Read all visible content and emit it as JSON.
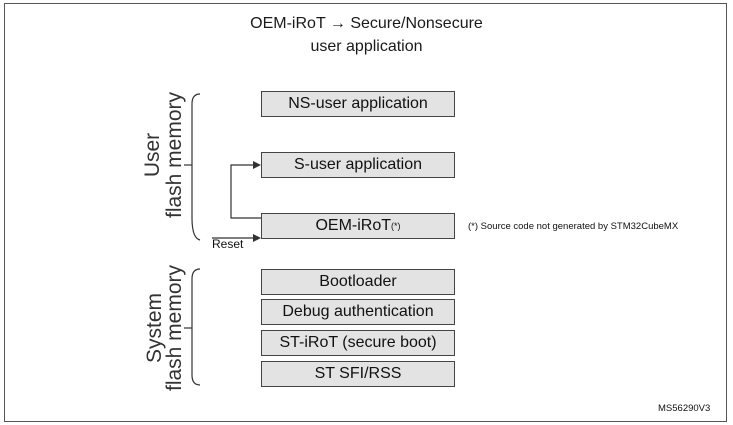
{
  "title": {
    "line1": "OEM-iRoT → Secure/Nonsecure",
    "line2": "user application"
  },
  "groups": {
    "user": {
      "line1": "User",
      "line2": "flash memory"
    },
    "system": {
      "line1": "System",
      "line2": "flash memory"
    }
  },
  "boxes": {
    "ns_user_app": "NS-user application",
    "s_user_app": "S-user application",
    "oem_irot": "OEM-iRoT",
    "oem_irot_marker": "(*)",
    "bootloader": "Bootloader",
    "debug_auth": "Debug authentication",
    "st_irot": "ST-iRoT (secure boot)",
    "st_sfi_rss": "ST SFI/RSS"
  },
  "footnote": "(*) Source code not generated by STM32CubeMX",
  "reset_label": "Reset",
  "figure_code": "MS56290V3"
}
